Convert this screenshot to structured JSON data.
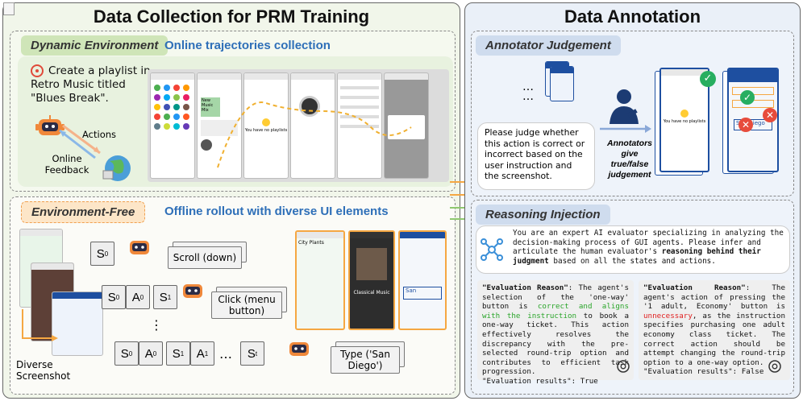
{
  "left": {
    "title": "Data Collection for PRM Training",
    "dynamic": {
      "tag": "Dynamic Environment",
      "subtitle": "Online trajectories collection",
      "task": "Create a playlist in Retro Music titled \"Blues Break\".",
      "actions_label": "Actions",
      "feedback_label": "Online Feedback",
      "phone_text": {
        "new_music": "New Music Mix",
        "no_playlist": "You have no playlists"
      }
    },
    "free": {
      "tag": "Environment-Free",
      "subtitle": "Offline rollout with diverse UI elements",
      "diverse": "Diverse Screenshot",
      "s": "S",
      "a": "A",
      "sub0": "0",
      "sub1": "1",
      "subt": "t",
      "vdots": "⋮",
      "hdots": "…",
      "actions": [
        "Scroll (down)",
        "Click (menu button)",
        "Type ('San Diego')"
      ],
      "phone_text": {
        "city_plants": "City Plants",
        "classical": "Classical Music",
        "san": "San"
      }
    }
  },
  "right": {
    "title": "Data Annotation",
    "judge": {
      "tag": "Annotator Judgement",
      "prompt": "Please judge whether this action is correct or incorrect based on the user instruction and the screenshot.",
      "annotators": "Annotators give true/false judgement",
      "phone_text": {
        "no_playlist": "You have no playlists",
        "san_diego": "San Diego"
      }
    },
    "reason": {
      "tag": "Reasoning Injection",
      "instruction_pre": "You are an expert AI evaluator specializing in analyzing the decision-making process of GUI agents. Please infer and articulate the human evaluator's ",
      "instruction_bold": "reasoning behind their judgment",
      "instruction_post": " based on all the states and actions.",
      "eval1": {
        "label": "\"Evaluation Reason\"",
        "pre": ": The agent's selection of the 'one-way' button is ",
        "highlight": "correct and aligns with the instruction",
        "post": " to book a one-way ticket. This action effectively resolves the discrepancy with the pre-selected round-trip option and contributes to efficient task progression.",
        "result": "\"Evaluation results\": True"
      },
      "eval2": {
        "label": "\"Evaluation Reason\"",
        "pre": ": The agent's action of pressing the '1 adult, Economy' button is ",
        "highlight": "unnecessary",
        "post": ", as the instruction specifies purchasing one adult economy class ticket. The correct action should be attempt changing the round-trip option to a one-way option.",
        "result": "\"Evaluation results\": False"
      }
    }
  },
  "colors": {
    "green_text": "#2aa52a",
    "red_text": "#e02020",
    "blue_sub": "#2e6fb8",
    "orange": "#f5a742"
  }
}
